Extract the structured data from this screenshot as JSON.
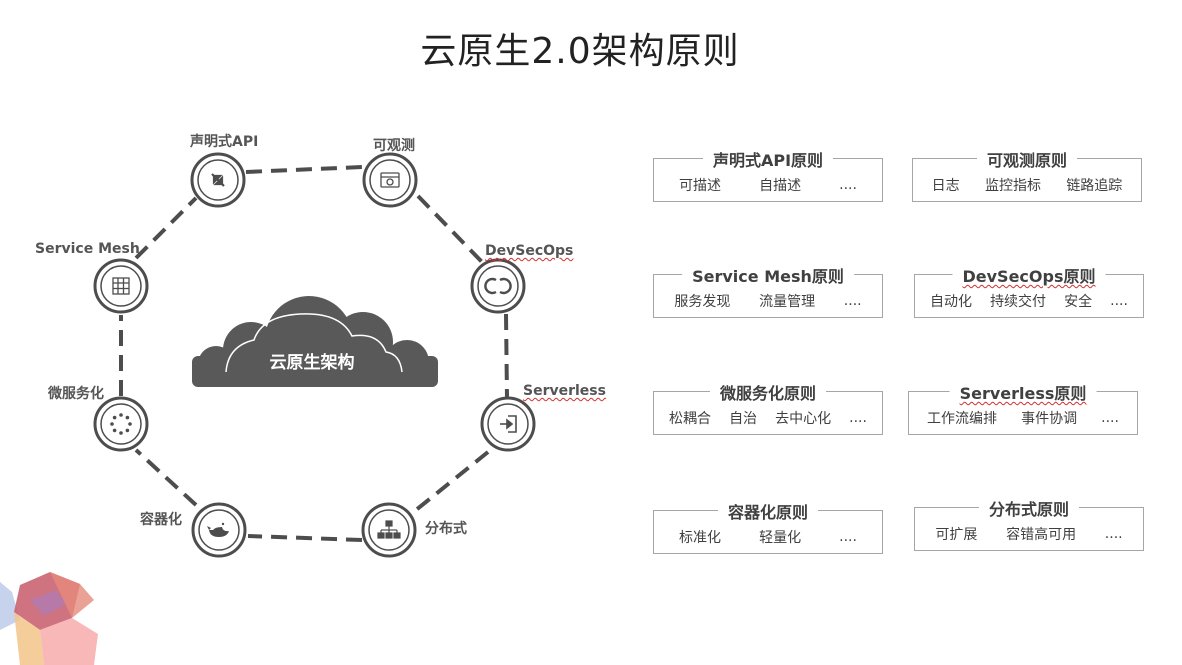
{
  "title": "云原生2.0架构原则",
  "center": {
    "label": "云原生架构"
  },
  "nodes": [
    {
      "label": "声明式API",
      "icon": "arrows-icon"
    },
    {
      "label": "可观测",
      "icon": "browser-window-icon"
    },
    {
      "label": "DevSecOps",
      "icon": "cycle-icon"
    },
    {
      "label": "Serverless",
      "icon": "sign-in-icon"
    },
    {
      "label": "分布式",
      "icon": "sitemap-icon"
    },
    {
      "label": "容器化",
      "icon": "whale-icon"
    },
    {
      "label": "微服务化",
      "icon": "dots-circle-icon"
    },
    {
      "label": "Service Mesh",
      "icon": "grid-icon"
    }
  ],
  "cards": [
    {
      "title": "声明式API原则",
      "items": [
        "可描述",
        "自描述",
        "...."
      ]
    },
    {
      "title": "可观测原则",
      "items": [
        "日志",
        "监控指标",
        "链路追踪"
      ]
    },
    {
      "title": "Service Mesh原则",
      "items": [
        "服务发现",
        "流量管理",
        "...."
      ]
    },
    {
      "title": "DevSecOps原则",
      "items": [
        "自动化",
        "持续交付",
        "安全",
        "...."
      ]
    },
    {
      "title": "微服务化原则",
      "items": [
        "松耦合",
        "自治",
        "去中心化",
        "...."
      ]
    },
    {
      "title": "Serverless原则",
      "items": [
        "工作流编排",
        "事件协调",
        "...."
      ]
    },
    {
      "title": "容器化原则",
      "items": [
        "标准化",
        "轻量化",
        "...."
      ]
    },
    {
      "title": "分布式原则",
      "items": [
        "可扩展",
        "容错高可用",
        "...."
      ]
    }
  ],
  "colors": {
    "cloud": "#595959",
    "dash": "#4d4d4d",
    "node_ring": "#4d4d4d",
    "text": "#404040"
  }
}
